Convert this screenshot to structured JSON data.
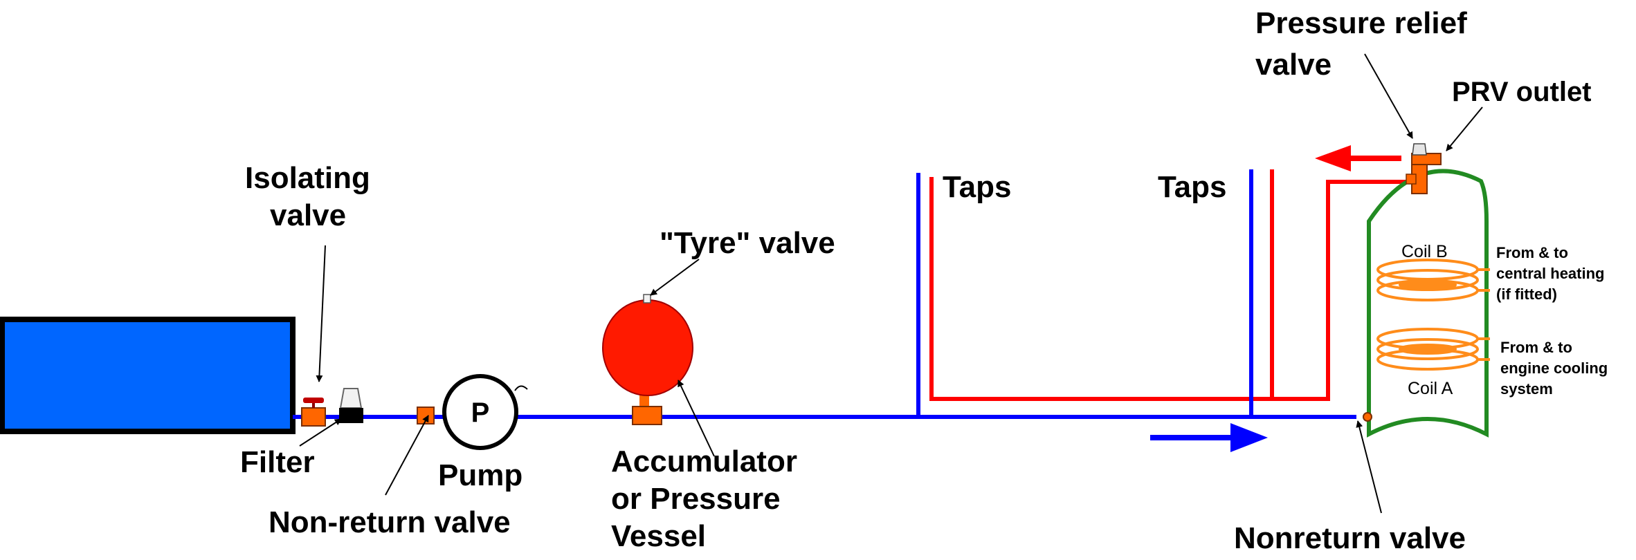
{
  "colors": {
    "cold_pipe": "#0000FF",
    "hot_pipe": "#FF0000",
    "tank_fill": "#0066FF",
    "fitting": "#FF6600",
    "cylinder_outline": "#228B22",
    "coil": "#FF8C1A",
    "accumulator": "#FF1A00"
  },
  "icons": {
    "tank": "water-tank-shape",
    "pump": "circle-with-letter",
    "flow_arrow": "arrow-right",
    "relief_arrow": "arrow-left"
  },
  "labels": {
    "isolating_valve": [
      "Isolating",
      "valve"
    ],
    "filter": "Filter",
    "non_return_valve": "Non-return  valve",
    "pump": "Pump",
    "pump_symbol": "P",
    "tyre_valve": "\"Tyre\"  valve",
    "accumulator": [
      "Accumulator",
      "or  Pressure",
      "Vessel"
    ],
    "taps_left": "Taps",
    "taps_right": "Taps",
    "pressure_relief_valve": [
      "Pressure  relief",
      "valve"
    ],
    "prv_outlet": "PRV  outlet",
    "coil_b": "Coil  B",
    "coil_a": "Coil  A",
    "central_heating": [
      "From  &  to",
      "central heating",
      "(if fitted)"
    ],
    "engine_cooling": [
      "From  &  to",
      "engine cooling",
      "system"
    ],
    "nonreturn_valve_right": "Nonreturn  valve"
  }
}
